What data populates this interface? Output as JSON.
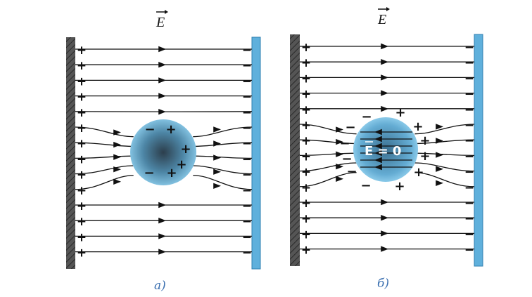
{
  "figure": {
    "panels": [
      {
        "id": "a",
        "field_label": "E",
        "caption": "а)",
        "inside_label": ""
      },
      {
        "id": "b",
        "field_label": "E",
        "caption": "б)",
        "inside_label": "E = 0"
      }
    ],
    "positive_sign": "+",
    "negative_sign": "−"
  },
  "colors": {
    "left_plate": "#4a4a4a",
    "right_plate": "#5fb0dc",
    "sphere_light": "#7fc6ea",
    "sphere_dark": "#2c3e4c",
    "field_line": "#111111"
  }
}
